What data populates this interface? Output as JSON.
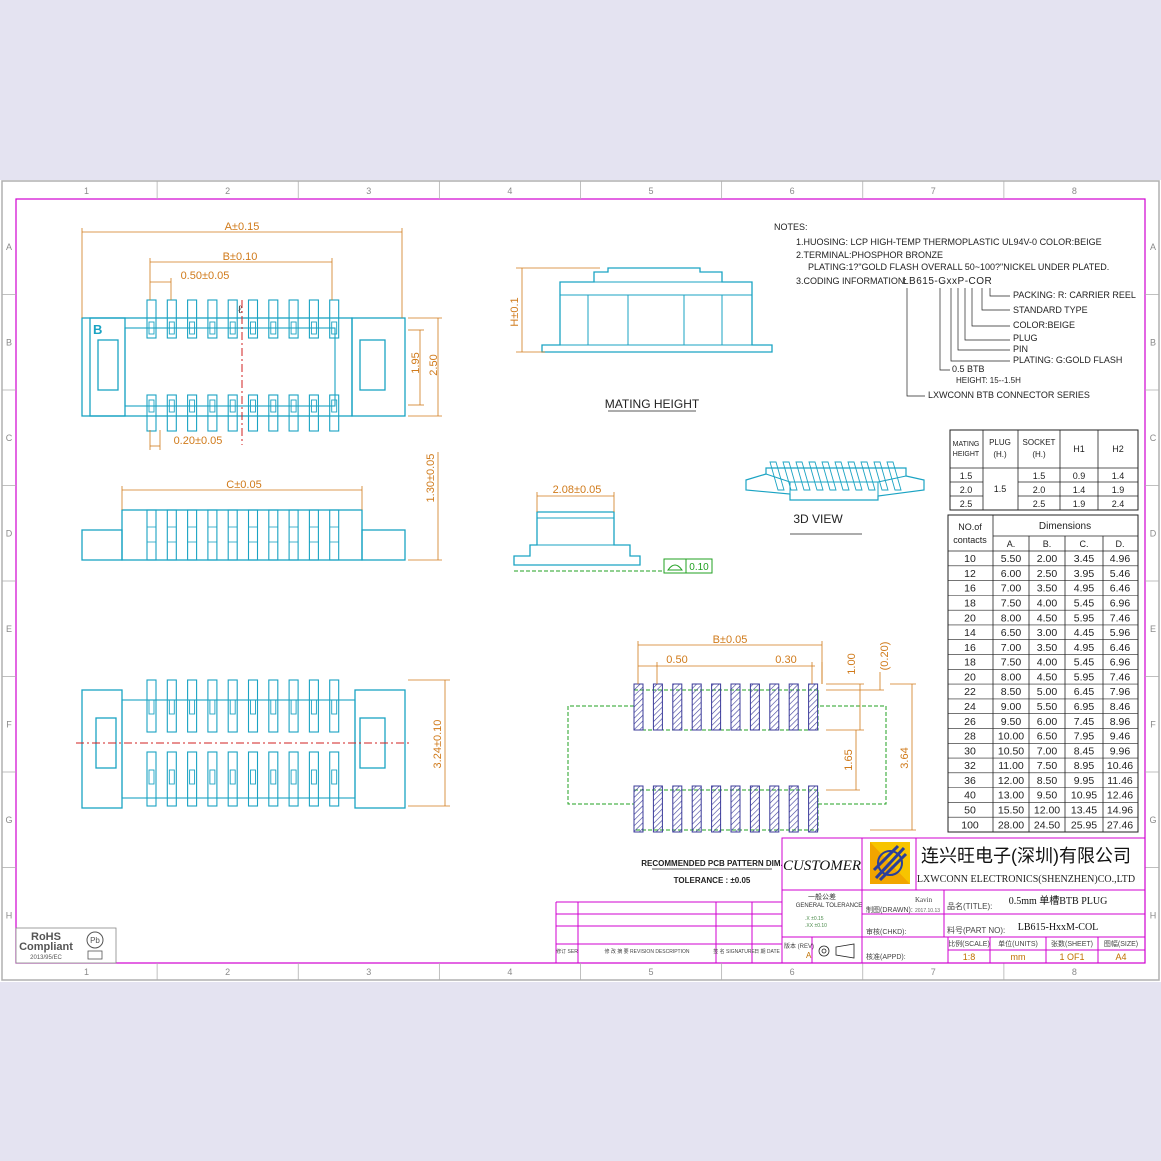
{
  "frame": {
    "col_numbers": [
      "1",
      "2",
      "3",
      "4",
      "5",
      "6",
      "7",
      "8"
    ],
    "row_letters": [
      "A",
      "B",
      "C",
      "D",
      "E",
      "F",
      "G",
      "H"
    ]
  },
  "views": {
    "top": {
      "dim_a": "A±0.15",
      "dim_b": "B±0.10",
      "pitch": "0.50±0.05",
      "pin_width": "0.20±0.05",
      "dim_195": "1.95",
      "dim_250": "2.50",
      "centerline": "ℓ"
    },
    "front": {
      "dim_c": "C±0.05",
      "height": "1.30±0.05"
    },
    "mating": {
      "height": "H±0.1",
      "title": "MATING HEIGHT"
    },
    "side": {
      "width": "2.08±0.05",
      "flatness": "0.10"
    },
    "bottom": {
      "length": "3.24±0.10"
    },
    "three_d": {
      "title": "3D VIEW"
    },
    "pcb": {
      "dim_b": "B±0.05",
      "pitch": "0.50",
      "pad_width": "0.30",
      "pad_len": "1.00",
      "offset": "(0.20)",
      "gap": "1.65",
      "total": "3.64",
      "title": "RECOMMENDED PCB PATTERN DIM.",
      "tolerance": "TOLERANCE : ±0.05"
    }
  },
  "notes": {
    "title": "NOTES:",
    "lines": [
      "1.HUOSING: LCP HIGH-TEMP THERMOPLASTIC UL94V-0  COLOR:BEIGE",
      "2.TERMINAL:PHOSPHOR BRONZE",
      "PLATING:1?\"GOLD FLASH OVERALL 50~100?\"NICKEL UNDER PLATED.",
      "3.CODING INFORMATION:"
    ],
    "code": "LB615-GxxP-COR",
    "legend": [
      "PACKING: R: CARRIER REEL",
      "STANDARD TYPE",
      "COLOR:BEIGE",
      "PLUG",
      "PIN",
      "PLATING: G:GOLD FLASH",
      "0.5 BTB",
      "HEIGHT: 15--1.5H",
      "LXWCONN BTB CONNECTOR SERIES"
    ]
  },
  "height_table": {
    "headers": [
      "MATING HEIGHT",
      "PLUG (H.)",
      "SOCKET (H.)",
      "H1",
      "H2"
    ],
    "rows": [
      [
        "1.5",
        "1.5",
        "0.9",
        "1.4"
      ],
      [
        "2.0",
        "2.0",
        "1.4",
        "1.9"
      ],
      [
        "2.5",
        "2.5",
        "1.9",
        "2.4"
      ]
    ],
    "plug_value": "1.5"
  },
  "dims_table": {
    "header_contacts": "NO.of contacts",
    "header_dims": "Dimensions",
    "cols": [
      "A.",
      "B.",
      "C.",
      "D."
    ],
    "rows": [
      [
        "10",
        "5.50",
        "2.00",
        "3.45",
        "4.96"
      ],
      [
        "12",
        "6.00",
        "2.50",
        "3.95",
        "5.46"
      ],
      [
        "16",
        "7.00",
        "3.50",
        "4.95",
        "6.46"
      ],
      [
        "18",
        "7.50",
        "4.00",
        "5.45",
        "6.96"
      ],
      [
        "20",
        "8.00",
        "4.50",
        "5.95",
        "7.46"
      ],
      [
        "14",
        "6.50",
        "3.00",
        "4.45",
        "5.96"
      ],
      [
        "16",
        "7.00",
        "3.50",
        "4.95",
        "6.46"
      ],
      [
        "18",
        "7.50",
        "4.00",
        "5.45",
        "6.96"
      ],
      [
        "20",
        "8.00",
        "4.50",
        "5.95",
        "7.46"
      ],
      [
        "22",
        "8.50",
        "5.00",
        "6.45",
        "7.96"
      ],
      [
        "24",
        "9.00",
        "5.50",
        "6.95",
        "8.46"
      ],
      [
        "26",
        "9.50",
        "6.00",
        "7.45",
        "8.96"
      ],
      [
        "28",
        "10.00",
        "6.50",
        "7.95",
        "9.46"
      ],
      [
        "30",
        "10.50",
        "7.00",
        "8.45",
        "9.96"
      ],
      [
        "32",
        "11.00",
        "7.50",
        "8.95",
        "10.46"
      ],
      [
        "36",
        "12.00",
        "8.50",
        "9.95",
        "11.46"
      ],
      [
        "40",
        "13.00",
        "9.50",
        "10.95",
        "12.46"
      ],
      [
        "50",
        "15.50",
        "12.00",
        "13.45",
        "14.96"
      ],
      [
        "100",
        "28.00",
        "24.50",
        "25.95",
        "27.46"
      ]
    ]
  },
  "title_block": {
    "customer": "CUSTOMER",
    "company_cn": "连兴旺电子(深圳)有限公司",
    "company_en": "LXWCONN ELECTRONICS(SHENZHEN)CO.,LTD",
    "tolerance_cn": "一般公差",
    "tolerance_en": "GENERAL TOLERANCE",
    "drawn_label": "制图(DRAWN):",
    "drawn_by": "Kavin",
    "drawn_date": "2017.10.13",
    "checked_label": "审核(CHKD):",
    "approved_label": "核准(APPD):",
    "title_label": "品名(TITLE):",
    "title_value": "0.5mm 单槽BTB PLUG",
    "part_label": "料号(PART NO):",
    "part_value": "LB615-HxxM-COL",
    "rev_label": "版本 (REV)",
    "rev_value": "A",
    "scale_label": "比例(SCALE)",
    "scale_value": "1:8",
    "units_label": "单位(UNITS)",
    "units_value": "mm",
    "sheet_label": "张数(SHEET)",
    "sheet_value": "1 OF1",
    "size_label": "图幅(SIZE)",
    "size_value": "A4",
    "rev_cols": [
      "修订 SER",
      "修 改 摘 要 REVISION DESCRIPTION",
      "签 名 SIGNATURE",
      "日 期 DATE"
    ],
    "rohs_1": "RoHS",
    "rohs_2": "Compliant",
    "rohs_3": "2013/95/EC",
    "pb_free": "Pb"
  }
}
